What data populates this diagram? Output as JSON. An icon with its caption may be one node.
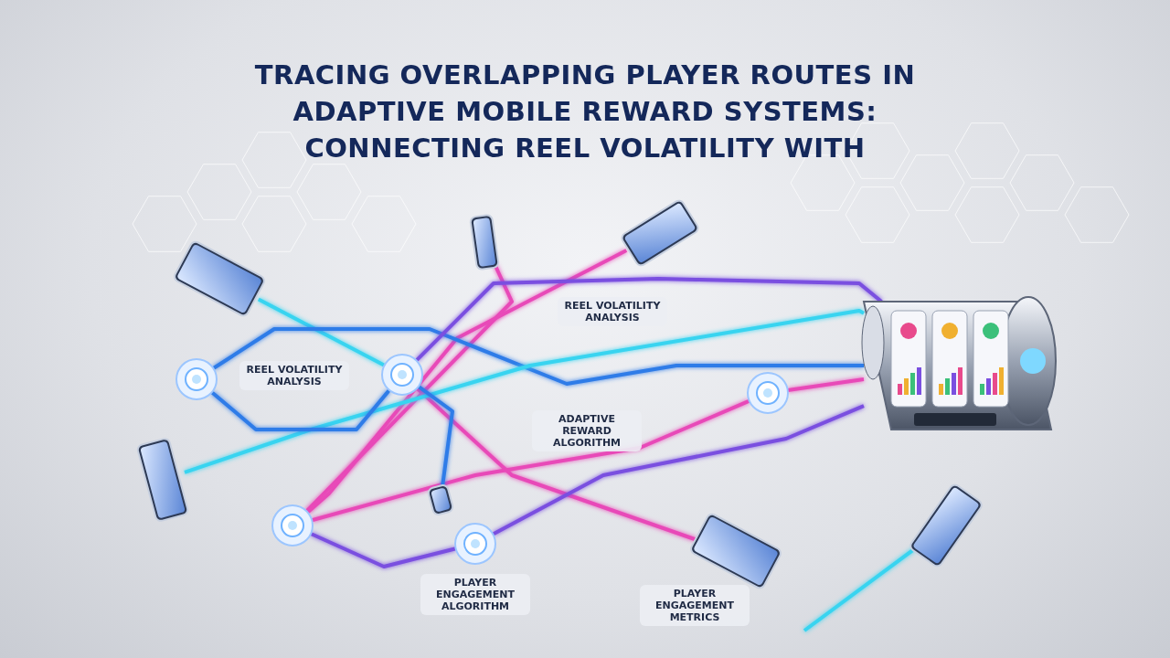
{
  "diagram": {
    "title": "TRACING OVERLAPPING PLAYER ROUTES IN ADAPTIVE MOBILE REWARD SYSTEMS: CONNECTING REEL VOLATILITY WITH",
    "nodes": [
      {
        "text": [],
        "shape": "picture"
      },
      {
        "text": [],
        "shape": "picture"
      },
      {
        "text": [],
        "shape": "picture"
      },
      {
        "text": [],
        "shape": "picture"
      },
      {
        "text": [],
        "shape": "circle"
      },
      {
        "text": [],
        "shape": "circle"
      },
      {
        "text": [],
        "shape": "circle"
      },
      {
        "text": [],
        "shape": "picture"
      },
      {
        "text": [],
        "shape": "picture"
      },
      {
        "text": [],
        "shape": "circle"
      },
      {
        "text": [],
        "shape": "circle"
      },
      {
        "text": [],
        "shape": "picture"
      },
      {
        "text": [],
        "shape": "picture"
      }
    ],
    "edges": [
      {
        "from": 2,
        "to": 5,
        "arrow": "none",
        "color": "#38d4f0"
      },
      {
        "from": 0,
        "to": 9,
        "arrow": "none"
      },
      {
        "from": 1,
        "to": 9,
        "arrow": "none"
      },
      {
        "from": 4,
        "to": 3,
        "arrow": "none",
        "color": "#2f7be8"
      },
      {
        "from": 5,
        "to": 3,
        "arrow": "none",
        "color": "#7a4fe0"
      },
      {
        "from": 5,
        "to": 11,
        "arrow": "none"
      },
      {
        "from": 9,
        "to": 6,
        "arrow": "none"
      },
      {
        "from": 10,
        "to": 3,
        "arrow": "none",
        "color": "#7a4fe0"
      },
      {
        "from": 7,
        "to": 3,
        "arrow": "none",
        "color": "#38d4f0"
      },
      {
        "from": 8,
        "to": 5,
        "arrow": "none",
        "color": "#2f7be8"
      },
      {
        "from": 6,
        "to": 3,
        "arrow": "none"
      },
      {
        "from": 4,
        "to": 5,
        "arrow": "none",
        "color": "#2f7be8"
      },
      {
        "from": 9,
        "to": 10,
        "arrow": "none",
        "color": "#7a4fe0"
      },
      {
        "from": null,
        "to": 12,
        "arrow": "none",
        "color": "#38d4f0"
      }
    ],
    "labels": [
      "REEL VOLATILITY ANALYSIS",
      "REEL VOLATILITY ANALYSIS",
      "ADAPTIVE REWARD ALGORITHM",
      "PLAYER ENGAGEMENT METRICS",
      "PLAYER ENGAGEMENT ALGORITHM"
    ]
  }
}
